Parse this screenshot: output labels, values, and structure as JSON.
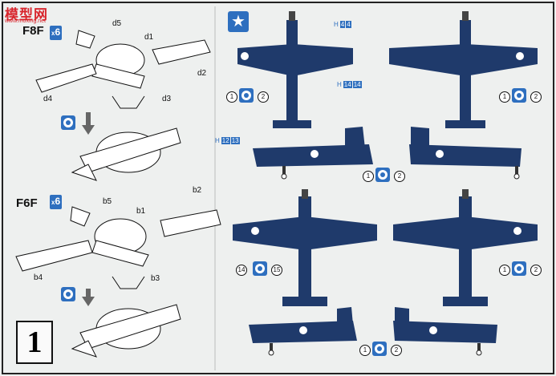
{
  "logo": {
    "text": "模型网",
    "sub": "www.moxing.net"
  },
  "step": "1",
  "upper": {
    "model": "F8F",
    "qty_x": "x",
    "qty_n": "6",
    "parts": [
      "d5",
      "d1",
      "d2",
      "d4",
      "d3"
    ]
  },
  "lower": {
    "model": "F6F",
    "qty_x": "x",
    "qty_n": "6",
    "parts": [
      "b5",
      "b2",
      "b1",
      "b4",
      "b3"
    ]
  },
  "decal_tags": [
    {
      "h": "H",
      "a": "4",
      "b": "4"
    },
    {
      "h": "H",
      "a": "14",
      "b": "14"
    },
    {
      "h": "H",
      "a": "12",
      "b": "13"
    }
  ],
  "markers": [
    "1",
    "2",
    "14",
    "15"
  ],
  "colors": {
    "navy": "#1f3a6b",
    "accent": "#2e6fbf",
    "red": "#d8262d"
  }
}
